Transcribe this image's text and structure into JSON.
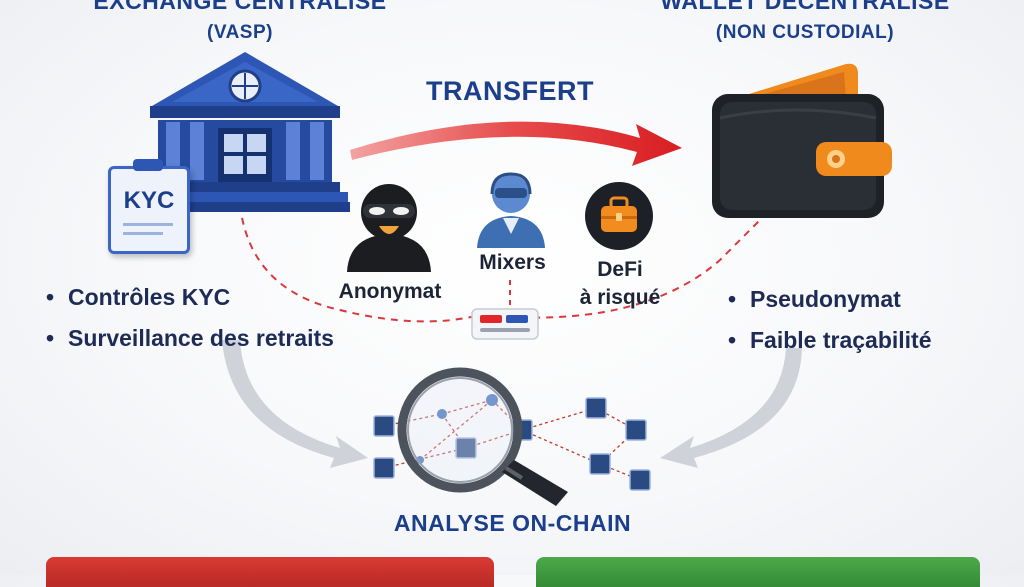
{
  "left_panel": {
    "title": "EXCHANGE CENTRALISÉ",
    "subtitle": "(VASP)",
    "kyc_badge": "KYC",
    "bullets": [
      "Contrôles KYC",
      "Surveillance des retraits"
    ],
    "icon": "bank-building-icon"
  },
  "right_panel": {
    "title": "WALLET DÉCENTRALISÉ",
    "subtitle": "(NON CUSTODIAL)",
    "bullets": [
      "Pseudonymat",
      "Faible traçabilité"
    ],
    "icon": "wallet-icon"
  },
  "transfer": {
    "label": "TRANSFERT",
    "arrow_color": "#e0262b"
  },
  "risks": [
    {
      "label": "Anonymat",
      "icon": "anonymous-hacker-icon"
    },
    {
      "label": "Mixers",
      "icon": "mixer-agent-icon"
    },
    {
      "label": "DeFi\nà risqué",
      "icon": "defi-briefcase-icon"
    }
  ],
  "analysis": {
    "label": "ANALYSE ON-CHAIN",
    "icon": "magnifier-network-icon"
  },
  "colors": {
    "navy": "#1c3f8c",
    "red": "#e0262b",
    "green": "#3f9b3f",
    "orange": "#f28c1e"
  }
}
